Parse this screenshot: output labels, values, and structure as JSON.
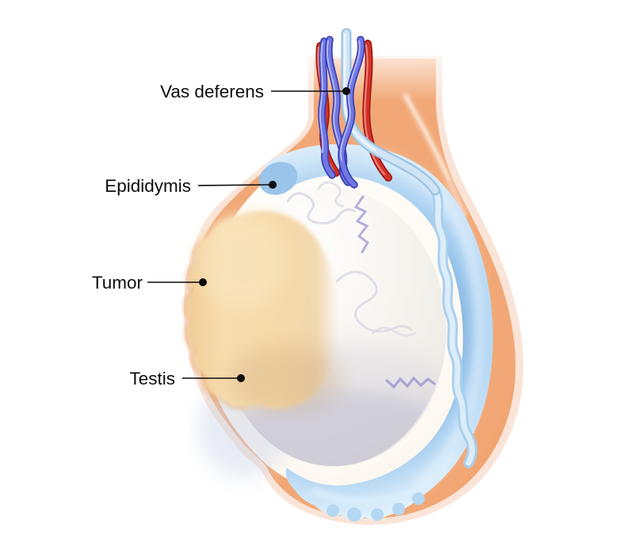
{
  "figure": {
    "kind": "anatomical illustration",
    "label_count": 4
  },
  "labels": [
    {
      "id": "vas-deferens",
      "text": "Vas deferens"
    },
    {
      "id": "epididymis",
      "text": "Epididymis"
    },
    {
      "id": "tumor",
      "text": "Tumor"
    },
    {
      "id": "testis",
      "text": "Testis"
    }
  ],
  "colors": {
    "background": "#ffffff",
    "label_text": "#0c0c0c",
    "leader_line": "#0c0c0c",
    "skin_outer_edge": "#fae4d8",
    "skin_wall": "#ef9f64",
    "skin_wall_light": "#f6b387",
    "cavity": "#fdfaf4",
    "testis_highlight": "#ffffff",
    "testis_body": "#f4f2ec",
    "testis_shadow": "#c0bfce",
    "tubule_squiggle_gray": "#d9d5e3",
    "tubule_squiggle_purple": "#9f99d2",
    "tumor_fill": "#f6d9a9",
    "tumor_edge": "#eec48c",
    "epididymis_inner": "#86b6e2",
    "epididymis_mid": "#aed3f0",
    "epididymis_outer": "#d9ecfa",
    "vas_duct": "#c9e2f6",
    "vas_duct_highlight": "#e9f4fc",
    "artery_dark": "#a21913",
    "artery_mid": "#d23227",
    "artery_highlight": "#ee8379",
    "vein_dark": "#3a40b5",
    "vein_mid": "#7278e2",
    "vein_highlight": "#b4b8f4",
    "cord_tube_edge": "#9cc3e3",
    "cord_tube_fill": "#cfe4f5"
  }
}
